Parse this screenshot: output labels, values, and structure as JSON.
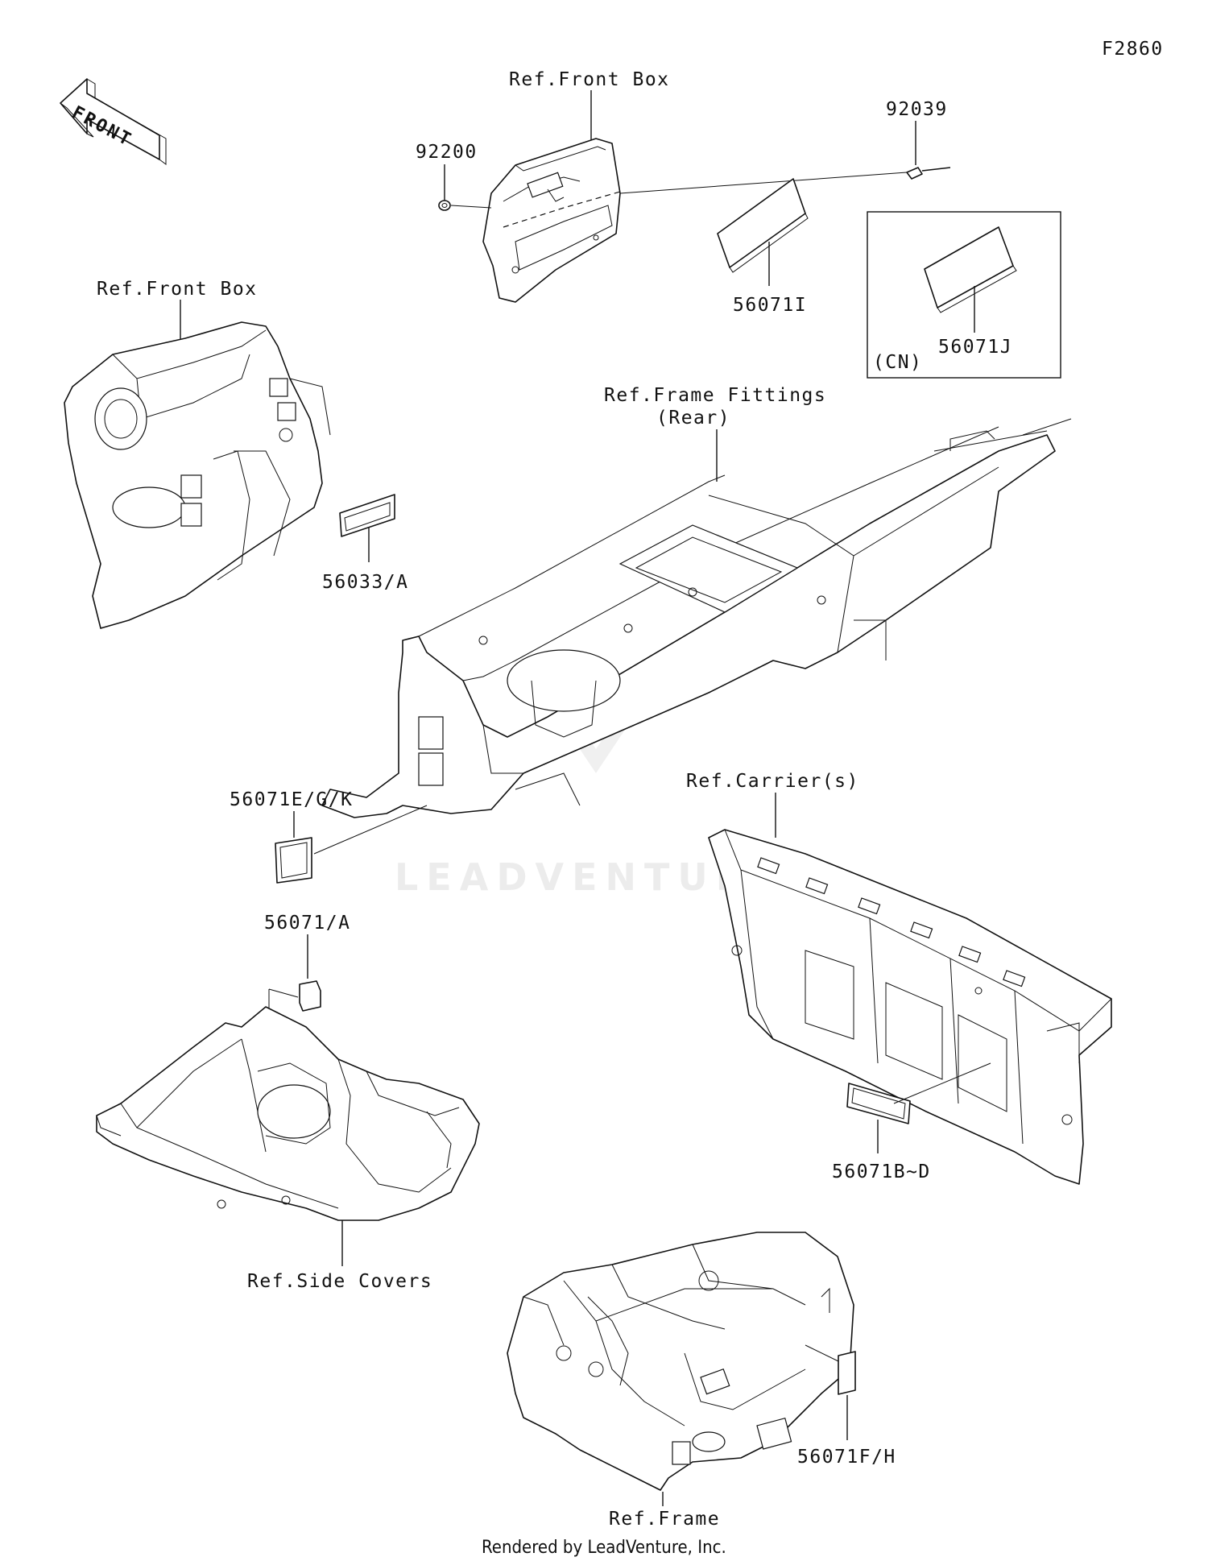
{
  "diagram_code": "F2860",
  "front_arrow_label": "FRONT",
  "labels": {
    "ref_front_box_top": "Ref.Front Box",
    "ref_front_box_left": "Ref.Front Box",
    "p92200": "92200",
    "p92039": "92039",
    "p56071I": "56071I",
    "p56071J": "56071J",
    "cn": "(CN)",
    "ref_frame_fittings_line1": "Ref.Frame Fittings",
    "ref_frame_fittings_line2": "(Rear)",
    "p56033A": "56033/A",
    "p56071EGK": "56071E/G/K",
    "ref_carriers": "Ref.Carrier(s)",
    "p56071A": "56071/A",
    "p56071BD": "56071B~D",
    "ref_side_covers": "Ref.Side Covers",
    "p56071FH": "56071F/H",
    "ref_frame": "Ref.Frame"
  },
  "watermark": "LEADVENTURE",
  "footer": "Rendered by LeadVenture, Inc."
}
